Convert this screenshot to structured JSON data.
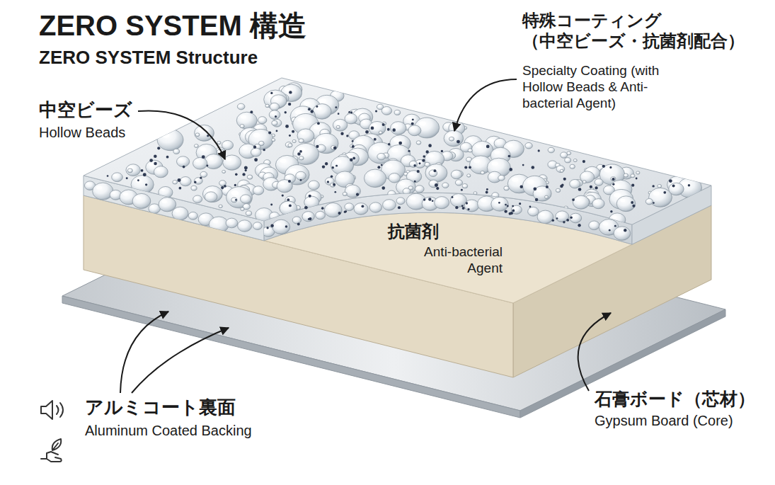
{
  "diagram": {
    "title": "ZERO SYSTEM 構造",
    "labels": [
      "ZERO SYSTEM Structure",
      "特殊コーティング （中空ビーズ・抗菌剤配合）",
      "Specialty Coating (with Hollow Beads & Anti-bacterial Agent)",
      "中空ビーズ",
      "Hollow Beads",
      "抗菌剤",
      "Anti-bacterial Agent",
      "石膏ボード（芯材）",
      "Gypsum Board (Core)",
      "アルミコート裏面",
      "Aluminum Coated Backing"
    ]
  }
}
